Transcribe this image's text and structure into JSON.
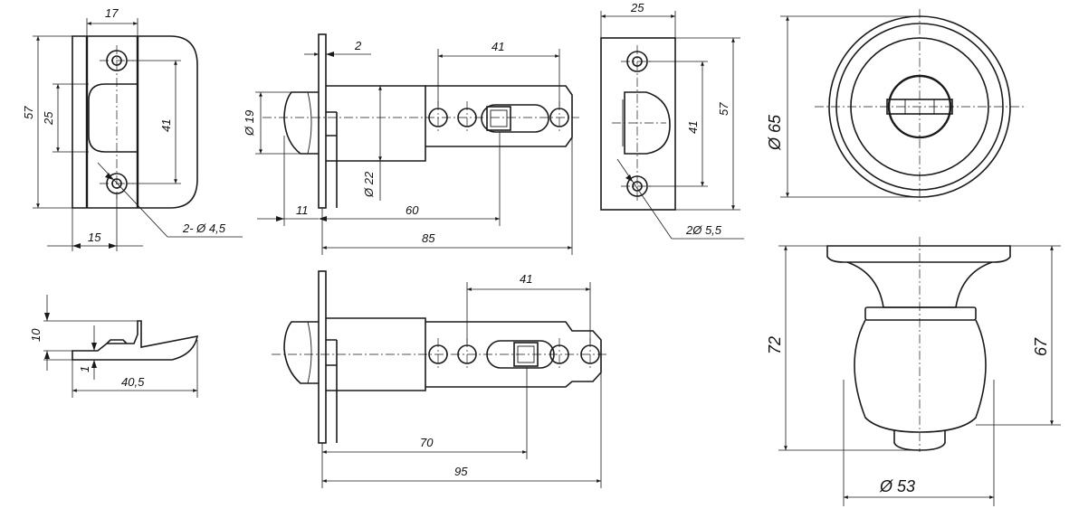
{
  "striker_plate": {
    "width": "17",
    "height": "57",
    "cutout": "25",
    "hole_spacing": "41",
    "offset": "15",
    "holes": "2- Ø 4,5"
  },
  "striker_side": {
    "height": "10",
    "thickness": "1",
    "length": "40,5"
  },
  "latch_short": {
    "faceplate": "2",
    "hole_span": "41",
    "bolt_dia": "Ø 19",
    "body_dia": "Ø 22",
    "face_offset": "11",
    "backset": "60",
    "length": "85"
  },
  "latch_long": {
    "hole_span": "41",
    "backset": "70",
    "length": "95"
  },
  "face_plate": {
    "width": "25",
    "height": "57",
    "hole_spacing": "41",
    "holes": "2Ø  5,5"
  },
  "knob_top": {
    "rosette_dia": "Ø 65"
  },
  "knob_side": {
    "height": "72",
    "knob_height": "67",
    "knob_dia": "Ø  53"
  }
}
